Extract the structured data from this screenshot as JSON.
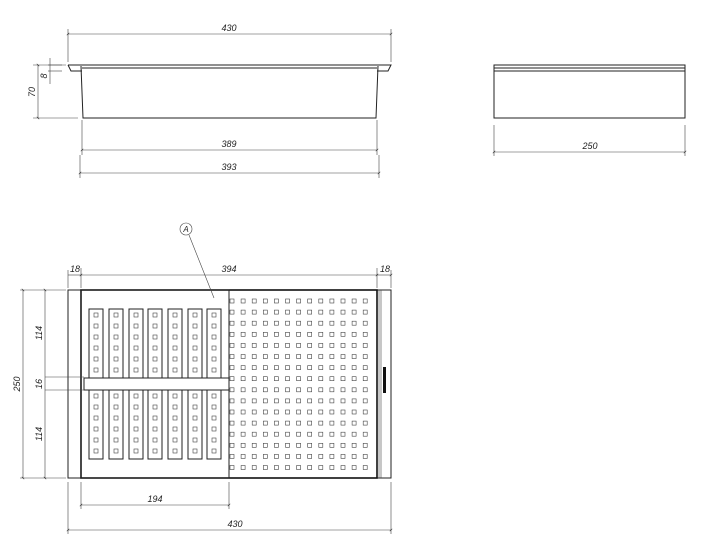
{
  "front_view": {
    "overall_width": "430",
    "inner_bottom_width": "389",
    "body_width": "393",
    "height": "70",
    "rim_height": "8"
  },
  "side_view": {
    "width": "250"
  },
  "top_view": {
    "left_margin": "18",
    "inner_length": "394",
    "right_margin": "18",
    "overall_depth": "250",
    "upper_section": "114",
    "divider": "16",
    "lower_section": "114",
    "insert_width": "194",
    "overall_width": "430",
    "callout": "A"
  },
  "colors": {
    "line": "#222222",
    "background": "#ffffff"
  }
}
